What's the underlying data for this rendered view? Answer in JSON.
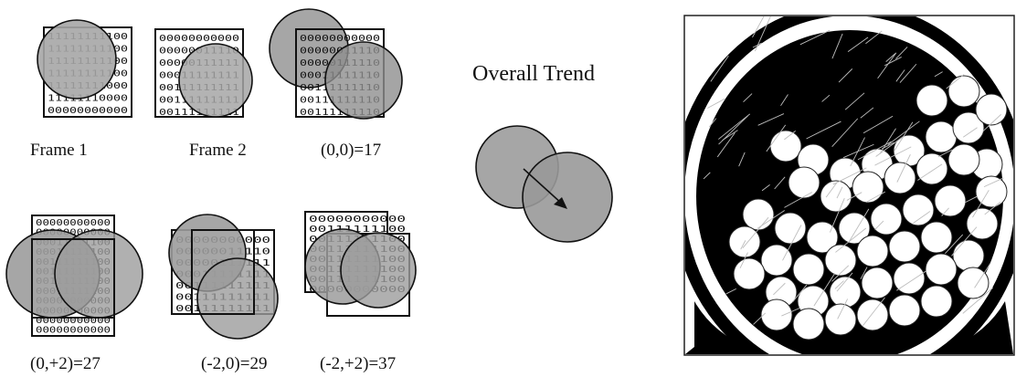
{
  "captions": {
    "frame1": "Frame 1",
    "frame2": "Frame 2",
    "shift_0_0": "(0,0)=17",
    "shift_0_p2": "(0,+2)=27",
    "shift_m2_0": "(-2,0)=29",
    "shift_m2_p2": "(-2,+2)=37",
    "trend": "Overall Trend"
  },
  "grids": {
    "frame1": [
      "11111111100",
      "11111111100",
      "11111111100",
      "11111111100",
      "11111111000",
      "11111110000",
      "00000000000"
    ],
    "frame2": [
      "00000000000",
      "00000011110",
      "00000111111",
      "00011111111",
      "00111111111",
      "00111111111",
      "00111111111"
    ],
    "frame2_overlay": [
      "00000000000",
      "00000011110",
      "00000111110",
      "00011111110",
      "00111111110",
      "00111111110",
      "00111111110"
    ],
    "tall": [
      "00000000000",
      "00000000000",
      "00011111100",
      "00011111100",
      "00111111100",
      "00111111100",
      "00111111100",
      "00011111100",
      "00000000000",
      "00000000000",
      "00000000000",
      "00000000000"
    ],
    "mid": [
      "00000000000",
      "00000011110",
      "00000111111",
      "00011111111",
      "00111111111",
      "00111111111",
      "00111111111"
    ],
    "right": [
      "00000000000",
      "00111111100",
      "00111111100",
      "00111111100",
      "00111111100",
      "00111111100",
      "00111111100",
      "00000000000"
    ]
  },
  "colors": {
    "circle_fill": "#a6a6a6",
    "stroke": "#111111",
    "photo_bg": "#000000",
    "ball": "#ffffff"
  }
}
